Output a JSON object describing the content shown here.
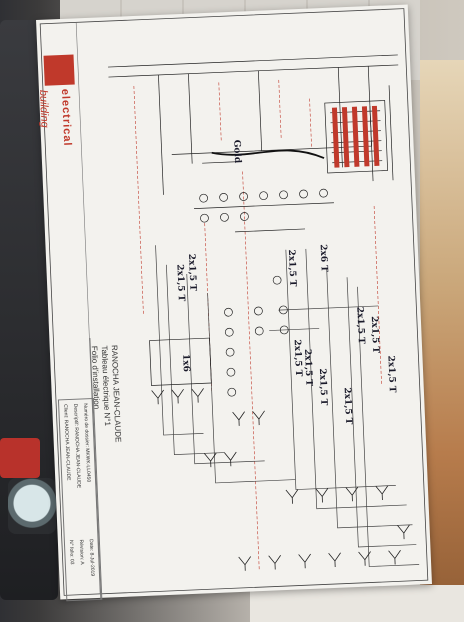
{
  "photo": {
    "subject": "printed electrical wiring diagram held over a tiled floor",
    "colors": {
      "paper": "#f3f2ee",
      "ink": "#222222",
      "wire_red": "#c0392b",
      "logo_red": "#c0392b"
    }
  },
  "document": {
    "logo": {
      "brand": "electrical",
      "sub": "building"
    },
    "title_lines": [
      "RANOCHA JEAN-CLAUDE",
      "Tableau électrique N°1",
      "Folio d'installation"
    ],
    "info_left": [
      "Numéro de dossier: MKWK-LL0450",
      "Descriptif: RANOCHA JEAN-CLAUDE",
      "Client: RANOCHA JEAN-CLAUDE"
    ],
    "info_right": [
      "Date: 8-Jul-2019",
      "Révision: A",
      "N° folio: 03"
    ],
    "handwritten": [
      "2x1,5 T",
      "2x1,5 T",
      "2x1,5 T",
      "2x1,5 T",
      "2x1,5 T",
      "2x1,5 T",
      "2x1,5 T",
      "2x1,5 T",
      "2x1,5 T",
      "2x1,5 T",
      "2x6 T",
      "Gold",
      "1x6"
    ]
  }
}
